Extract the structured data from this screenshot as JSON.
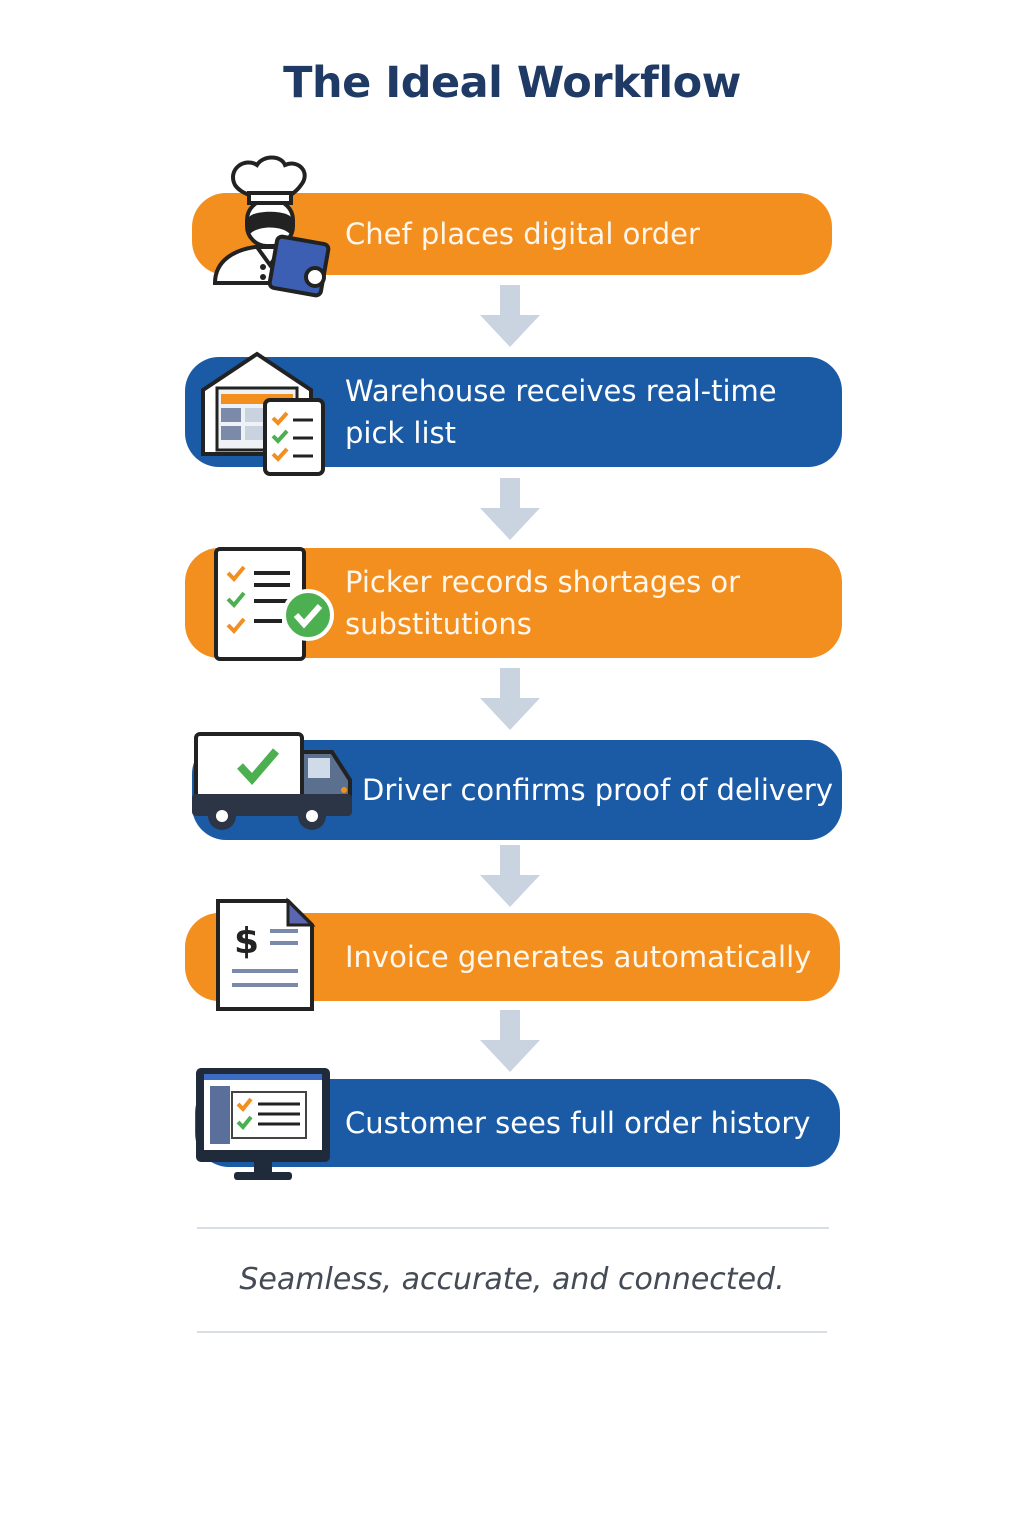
{
  "title": "The Ideal Workflow",
  "steps": [
    {
      "label": "Chef places digital order",
      "color": "#f28f1f",
      "icon": "chef-icon"
    },
    {
      "label": "Warehouse receives real-time pick list",
      "color": "#1b5ba6",
      "icon": "warehouse-icon"
    },
    {
      "label": "Picker records shortages or substitutions",
      "color": "#f28f1f",
      "icon": "checklist-icon"
    },
    {
      "label": "Driver confirms proof of delivery",
      "color": "#1b5ba6",
      "icon": "delivery-truck-icon"
    },
    {
      "label": "Invoice generates automatically",
      "color": "#f28f1f",
      "icon": "invoice-icon"
    },
    {
      "label": "Customer sees full order history",
      "color": "#1b5ba6",
      "icon": "computer-monitor-icon"
    }
  ],
  "tagline": "Seamless, accurate, and connected.",
  "colors": {
    "orange": "#f28f1f",
    "blue": "#1b5ba6",
    "title": "#1f3a64",
    "arrow": "#c9d4e0"
  }
}
